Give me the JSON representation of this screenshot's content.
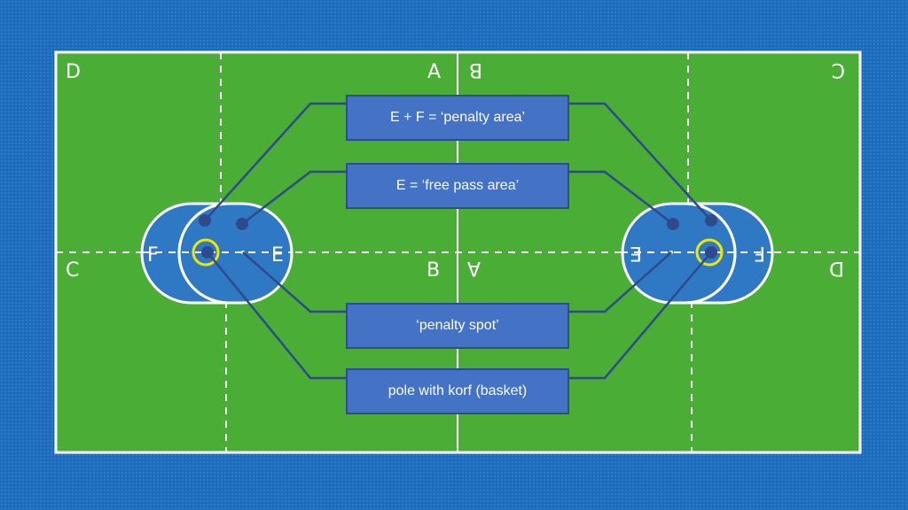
{
  "zone_letters": {
    "top_left_corner": "D",
    "top_center_left": "A",
    "top_center_right": "B",
    "top_right_corner": "C",
    "mid_left": "C",
    "mid_center_left": "B",
    "mid_center_right": "A",
    "mid_right": "D",
    "left_outer_area": "F",
    "left_inner_area": "E",
    "right_inner_area": "E",
    "right_outer_area": "F"
  },
  "labels": {
    "penalty_area": "E + F = ‘penalty area’",
    "free_pass_area": "E = ‘free pass area’",
    "penalty_spot": "‘penalty spot’",
    "pole_with_korf": "pole with korf (basket)"
  },
  "colors": {
    "background": "#1b6cbd",
    "field": "#4aad35",
    "area_fill": "#2f78c4",
    "connector": "#2f4a8a",
    "korf_ring": "#f2e600",
    "label_box": "#4472c4"
  }
}
